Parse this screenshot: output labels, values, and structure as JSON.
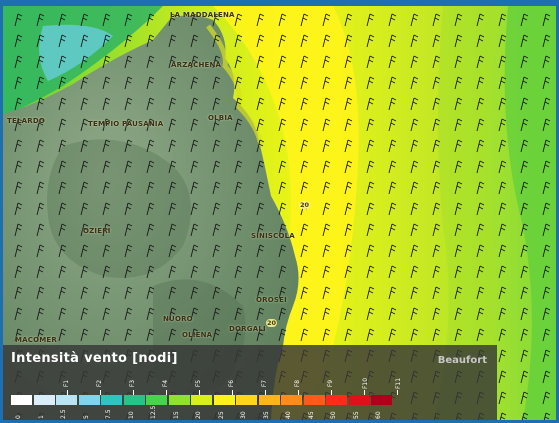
{
  "map": {
    "towns": [
      "LA MADDALENA",
      "ARZACHENA",
      "TELARDO",
      "TEMPIO PAUSANIA",
      "OLBIA",
      "OZIERI",
      "SINISCOLA",
      "OROSEI",
      "NUORO",
      "OLIENA",
      "DORGALI",
      "MACOMER"
    ],
    "isoline_labels": [
      "20",
      "20"
    ]
  },
  "legend": {
    "title": "Intensità vento [nodi]",
    "scale_label": "Beaufort",
    "beaufort_marks": [
      "F1",
      "F2",
      "F3",
      "F4",
      "F5",
      "F6",
      "F7",
      "F8",
      "F9",
      "F10",
      "F11"
    ],
    "values": [
      "0",
      "1",
      "2.5",
      "5",
      "7.5",
      "10",
      "12.5",
      "15",
      "20",
      "25",
      "30",
      "35",
      "40",
      "45",
      "50",
      "55",
      "60"
    ],
    "colors": [
      "#ffffff",
      "#d9eef8",
      "#b8e4f4",
      "#7fd6ec",
      "#2ec4c0",
      "#26c488",
      "#47d34a",
      "#8fe22d",
      "#d7f01a",
      "#fff21a",
      "#ffd61a",
      "#ffb41a",
      "#ff8c1a",
      "#ff5a1a",
      "#ff2a1a",
      "#e0101a",
      "#b0001a"
    ]
  }
}
